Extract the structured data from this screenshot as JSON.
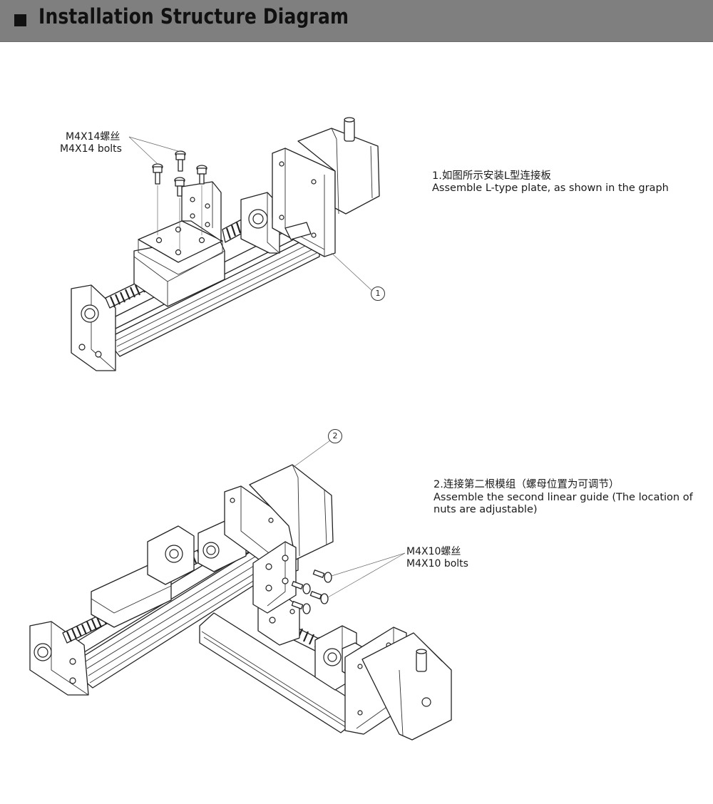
{
  "header": {
    "title": "Installation Structure Diagram"
  },
  "step1": {
    "callout": "1",
    "line_cn": "1.如图所示安装L型连接板",
    "line_en": "Assemble L-type plate, as shown in the graph",
    "bolt_label_cn": "M4X14螺丝",
    "bolt_label_en": "M4X14 bolts"
  },
  "step2": {
    "callout": "2",
    "line_cn": "2.连接第二根模组（螺母位置为可调节）",
    "line_en_1": "Assemble the second linear guide (The location of",
    "line_en_2": "nuts are adjustable)",
    "bolt_label_cn": "M4X10螺丝",
    "bolt_label_en": "M4X10 bolts"
  }
}
